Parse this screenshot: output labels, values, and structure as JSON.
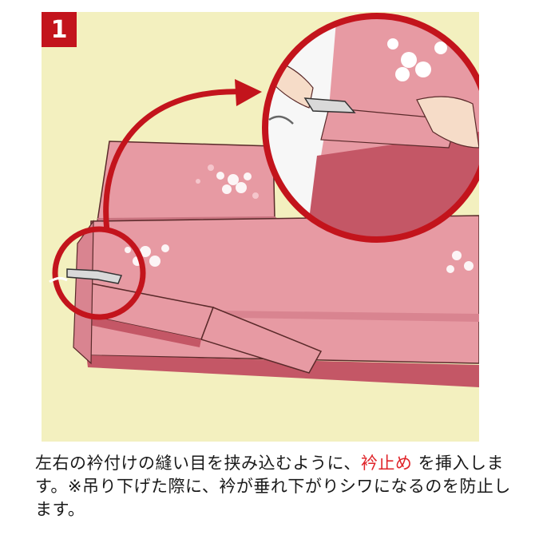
{
  "step": {
    "number": "1",
    "badge_color": "#c3141c"
  },
  "caption": {
    "part1": "左右の衿付けの縫い目を挟み込むように、",
    "highlight": "衿止め",
    "part2": "を挿入します。※吊り下げた際に、衿が垂れ下がりシワになるのを防止します。",
    "highlight_color": "#e0242a"
  },
  "colors": {
    "background": "#f3f0bf",
    "kimono_pink": "#e79aa3",
    "kimono_dark": "#c45766",
    "callout_red": "#c3141c"
  },
  "icons": [
    "collar-clip-icon",
    "arrow-icon",
    "hand-icon",
    "sakura-icon"
  ]
}
